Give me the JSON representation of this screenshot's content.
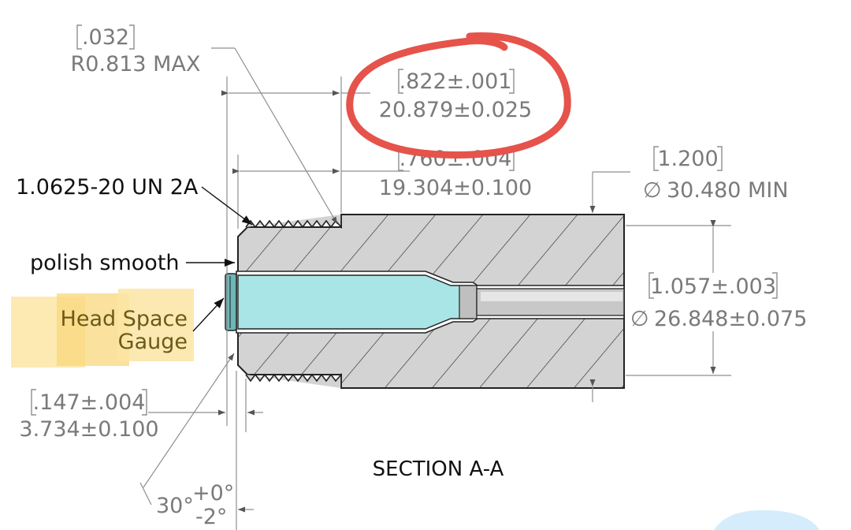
{
  "drawing": {
    "title": "SECTION A-A",
    "dimensions": {
      "fillet_radius": {
        "inch": ".032",
        "mm": "R0.813 MAX"
      },
      "overall_depth": {
        "inch": ".822±.001",
        "mm": "20.879±0.025"
      },
      "thread_depth": {
        "inch": ".760±.004",
        "mm": "19.304±0.100"
      },
      "outer_diameter": {
        "inch": "1.200",
        "mm": "30.480 MIN",
        "symbol": "∅"
      },
      "bore_diameter": {
        "inch": "1.057±.003",
        "mm": "26.848±0.075",
        "symbol": "∅"
      },
      "rim_depth": {
        "inch": ".147±.004",
        "mm": "3.734±0.100"
      },
      "chamfer_angle": {
        "base": "30°",
        "upper_tol": "+0°",
        "lower_tol": "-2°"
      }
    },
    "callouts": {
      "thread": "1.0625-20 UN 2A",
      "polish": "polish smooth",
      "gauge_line1": "Head Space",
      "gauge_line2": "Gauge"
    },
    "colors": {
      "body_fill": "#d3d3d3",
      "gauge_fill": "#a9e4e6",
      "highlight": "#fbe3a0",
      "annotation_circle": "#e5534b",
      "dimension_text": "#7a7a7a"
    }
  }
}
